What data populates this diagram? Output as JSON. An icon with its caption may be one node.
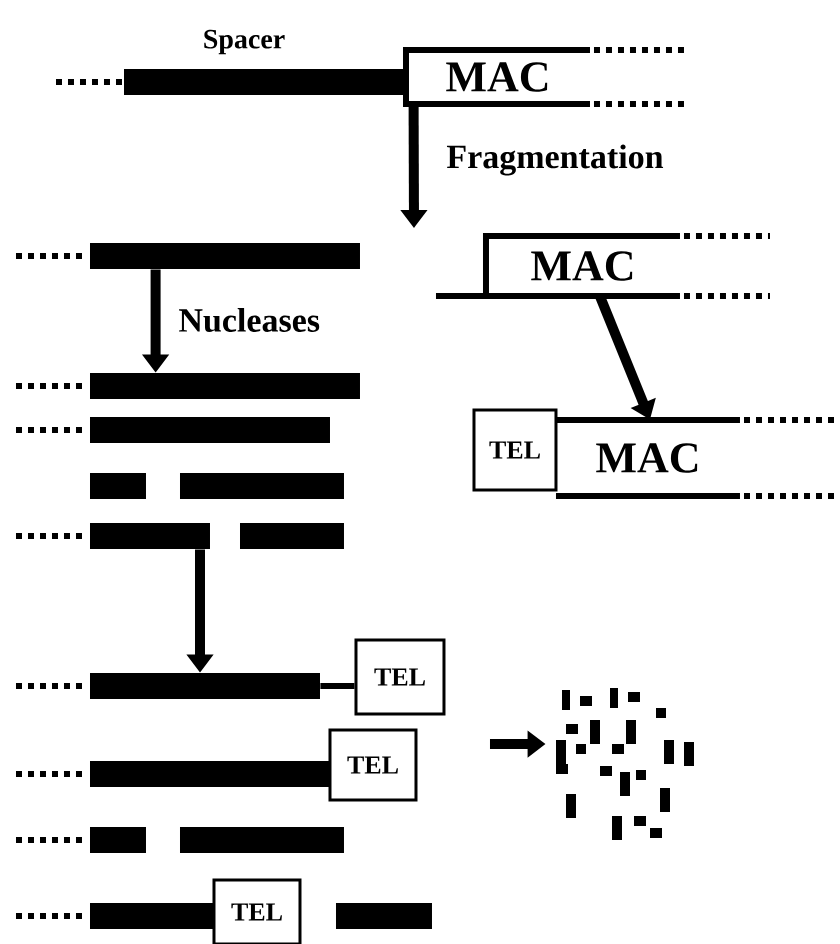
{
  "diagram": {
    "nodes": [
      {
        "text": [],
        "shape": "bar"
      },
      {
        "text": [
          "MAC"
        ]
      },
      {
        "text": [],
        "shape": "bar"
      },
      {
        "text": [
          "MAC"
        ]
      },
      {
        "text": [],
        "shape": "bar"
      },
      {
        "text": [],
        "shape": "bar"
      },
      {
        "text": [
          "TEL"
        ]
      },
      {
        "text": [
          "MAC"
        ]
      },
      {
        "text": [],
        "shape": "bar"
      },
      {
        "text": [],
        "shape": "bar"
      },
      {
        "text": [],
        "shape": "bar"
      },
      {
        "text": [],
        "shape": "bar"
      },
      {
        "text": [],
        "shape": "bar"
      },
      {
        "text": [
          "TEL"
        ]
      },
      {
        "text": [],
        "shape": "cloud"
      },
      {
        "text": [],
        "shape": "bar"
      },
      {
        "text": [
          "TEL"
        ]
      },
      {
        "text": [],
        "shape": "bar"
      },
      {
        "text": [],
        "shape": "bar"
      },
      {
        "text": [],
        "shape": "bar"
      },
      {
        "text": [
          "TEL"
        ]
      },
      {
        "text": [],
        "shape": "bar"
      }
    ],
    "edges": [
      {
        "from": 1,
        "to": null,
        "arrow": "to",
        "label": "Fragmentation"
      },
      {
        "from": 2,
        "to": 4,
        "arrow": "to",
        "label": "Nucleases"
      },
      {
        "from": 3,
        "to": 7,
        "arrow": "to"
      },
      {
        "from": 10,
        "to": 12,
        "arrow": "to"
      },
      {
        "from": null,
        "to": 14,
        "arrow": "to"
      },
      {
        "from": 12,
        "to": 13,
        "arrow": "none"
      }
    ],
    "labels": [
      "Spacer"
    ]
  }
}
